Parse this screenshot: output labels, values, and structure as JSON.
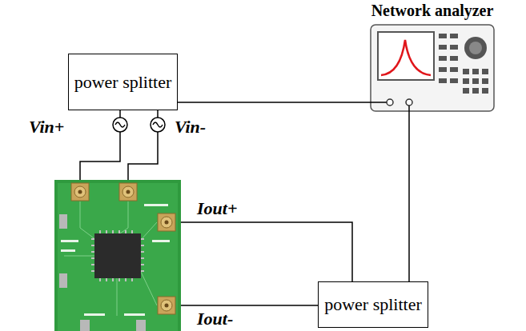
{
  "diagram": {
    "nodes": [
      {
        "text": [
          "power splitter"
        ]
      },
      {
        "text": [
          "Network analyzer"
        ]
      },
      {
        "text": [
          "power splitter"
        ]
      }
    ],
    "edges": [
      {
        "from": 0,
        "to": 1,
        "arrow": "none"
      },
      {
        "from": 1,
        "to": 2,
        "arrow": "none"
      }
    ],
    "labels": [
      "Vin+",
      "Vin-",
      "Iout+",
      "Iout-"
    ]
  }
}
